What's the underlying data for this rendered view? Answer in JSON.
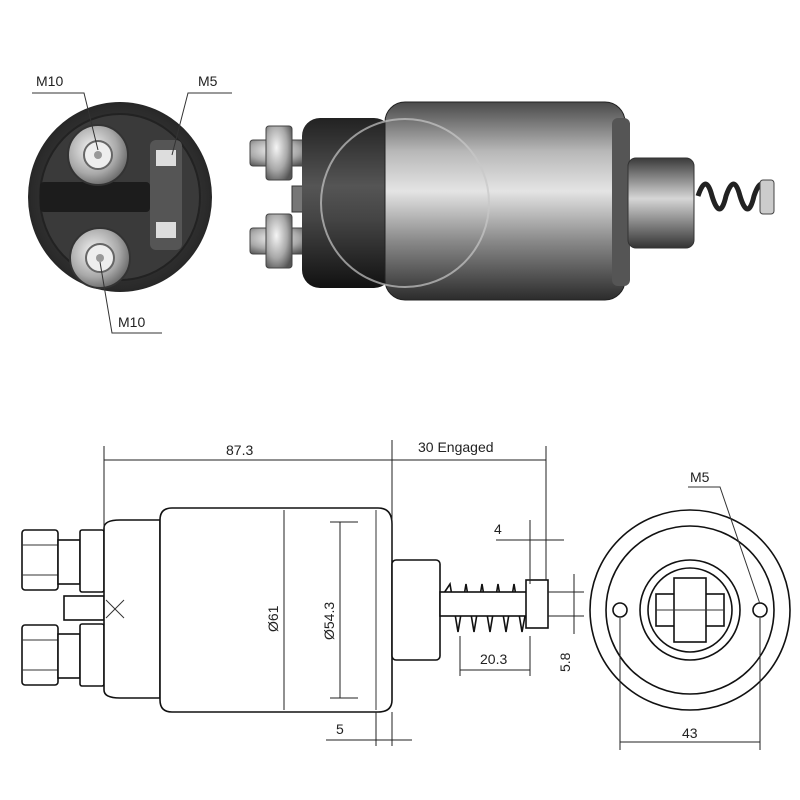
{
  "photo_labels": {
    "top_terminal": "M10",
    "control_terminal": "M5",
    "bottom_terminal": "M10"
  },
  "dimensions": {
    "overall_length": "87.3",
    "engaged_travel": "30 Engaged",
    "body_diameter": "Ø61",
    "inner_diameter": "Ø54.3",
    "plunger_step": "4",
    "spring_length": "20.3",
    "pin_diameter": "5.8",
    "flange_thickness": "5",
    "end_terminal_label": "M5",
    "bolt_spacing": "43"
  },
  "colors": {
    "metal_dark": "#2b2b2b",
    "metal_mid": "#6e6e6e",
    "metal_light": "#d9d9d9"
  }
}
